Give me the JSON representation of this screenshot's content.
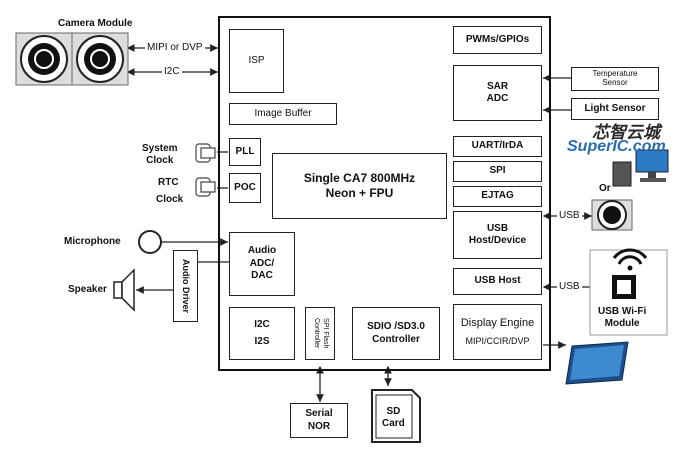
{
  "camera": {
    "title": "Camera Module",
    "link1": "MIPI or DVP",
    "link2": "I2C"
  },
  "blocks": {
    "isp": "ISP",
    "image_buffer": "Image Buffer",
    "pll": "PLL",
    "poc": "POC",
    "cpu_line1": "Single CA7 800MHz",
    "cpu_line2": "Neon + FPU",
    "audio": "Audio ADC/ DAC",
    "i2c": "I2C",
    "i2s": "I2S",
    "spi_flash": "SPI Flash Controller",
    "sdio_line1": "SDIO /SD3.0",
    "sdio_line2": "Controller",
    "pwm": "PWMs/GPIOs",
    "sar_line1": "SAR",
    "sar_line2": "ADC",
    "uart": "UART/IrDA",
    "spi": "SPI",
    "ejtag": "EJTAG",
    "usb_dev_line1": "USB",
    "usb_dev_line2": "Host/Device",
    "usb_host": "USB Host",
    "display_line1": "Display Engine",
    "display_line2": "MIPI/CCIR/DVP"
  },
  "left": {
    "system_clock_l1": "System",
    "system_clock_l2": "Clock",
    "rtc": "RTC",
    "clock": "Clock",
    "microphone": "Microphone",
    "speaker": "Speaker",
    "audio_driver": "Audio Driver"
  },
  "right": {
    "temp_sensor_l1": "Temperature",
    "temp_sensor_l2": "Sensor",
    "light_sensor": "Light Sensor",
    "or": "Or",
    "usb1": "USB",
    "usb2": "USB",
    "wifi_l1": "USB Wi-Fi",
    "wifi_l2": "Module"
  },
  "bottom": {
    "serial_l1": "Serial",
    "serial_l2": "NOR",
    "sd_l1": "SD",
    "sd_l2": "Card"
  },
  "watermark": {
    "cn": "芯智云城",
    "en": "SuperIC.com"
  }
}
